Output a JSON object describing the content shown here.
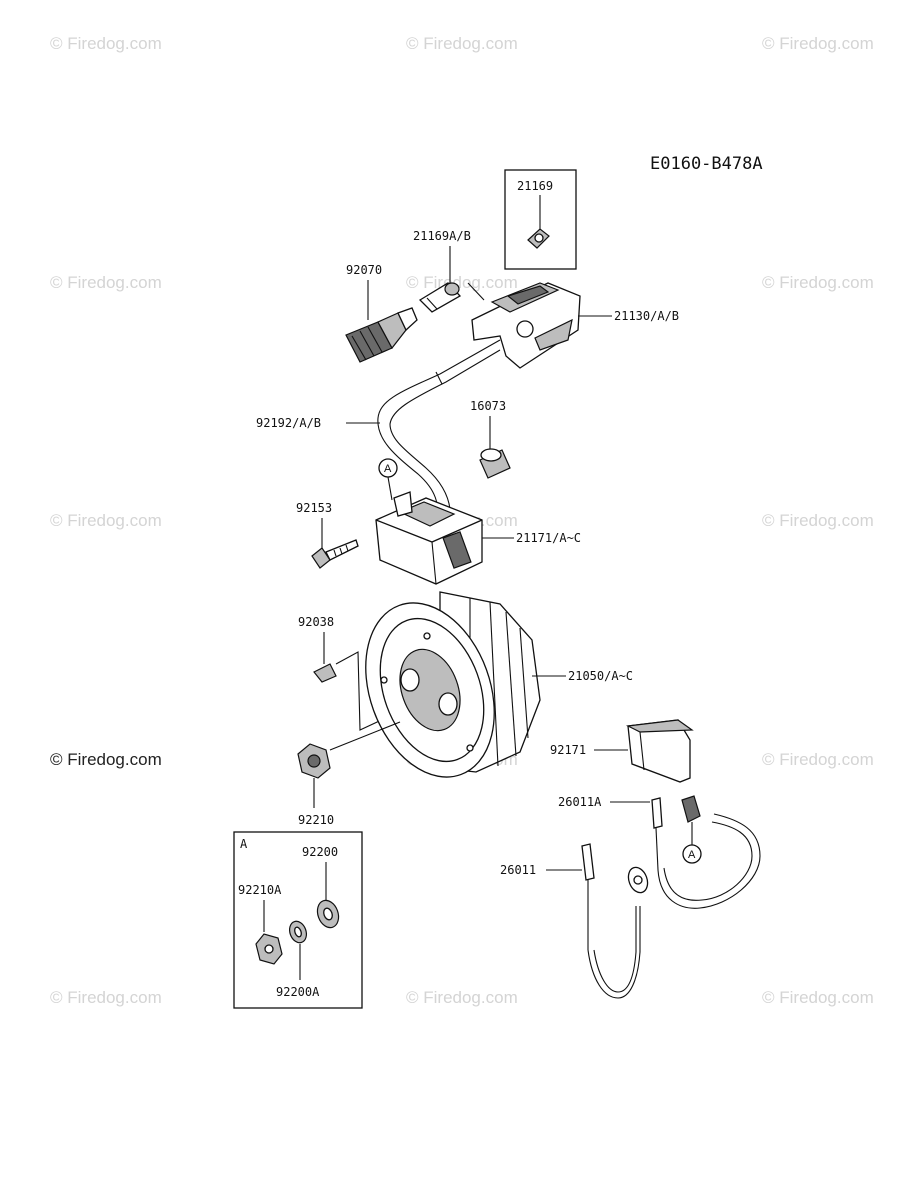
{
  "diagram": {
    "code": "E0160-B478A",
    "watermark": "© Firedog.com",
    "labels": {
      "p21169": "21169",
      "p21169ab": "21169A/B",
      "p92070": "92070",
      "p21130": "21130/A/B",
      "p92192": "92192/A/B",
      "p16073": "16073",
      "p92153": "92153",
      "p21171": "21171/A~C",
      "p92038": "92038",
      "p21050": "21050/A~C",
      "p92210": "92210",
      "p92171": "92171",
      "p26011a": "26011A",
      "p26011": "26011",
      "inset_a": "A",
      "p92200": "92200",
      "p92210a": "92210A",
      "p92200a": "92200A",
      "callout_a": "A"
    }
  }
}
